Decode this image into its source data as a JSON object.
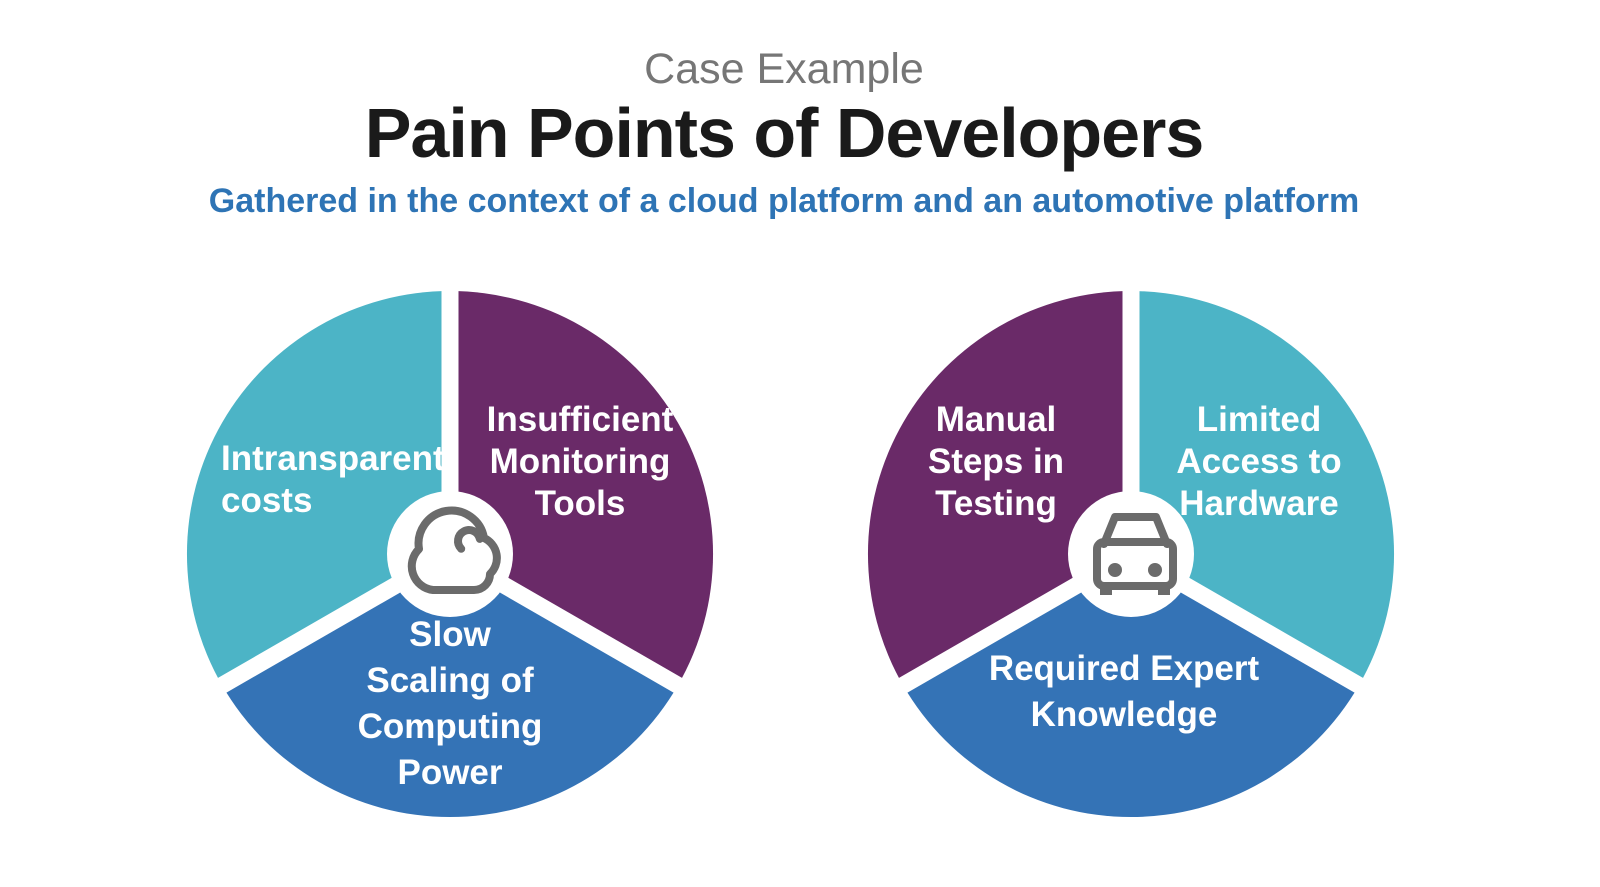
{
  "header": {
    "kicker": "Case Example",
    "title": "Pain Points of Developers",
    "subtitle": "Gathered in the context of a cloud platform and an automotive platform"
  },
  "colors": {
    "teal": "#4CB4C6",
    "purple": "#6A2A68",
    "blue": "#3473B6",
    "kicker_gray": "#767676",
    "title_black": "#1A1A1A",
    "subtitle_blue": "#2E74B5",
    "icon_gray": "#6B6B6B",
    "divider_white": "#FFFFFF"
  },
  "charts": [
    {
      "id": "cloud-platform-pie",
      "icon": "cloud-icon",
      "segments": [
        {
          "label": "Intransparent\ncosts",
          "color": "#4CB4C6",
          "position": "left"
        },
        {
          "label": "Insufficient\nMonitoring\nTools",
          "color": "#6A2A68",
          "position": "right"
        },
        {
          "label": "Slow\nScaling of\nComputing\nPower",
          "color": "#3473B6",
          "position": "bottom"
        }
      ]
    },
    {
      "id": "automotive-platform-pie",
      "icon": "car-icon",
      "segments": [
        {
          "label": "Manual\nSteps in\nTesting",
          "color": "#6A2A68",
          "position": "left"
        },
        {
          "label": "Limited\nAccess to\nHardware",
          "color": "#4CB4C6",
          "position": "right"
        },
        {
          "label": "Required Expert\nKnowledge",
          "color": "#3473B6",
          "position": "bottom"
        }
      ]
    }
  ]
}
